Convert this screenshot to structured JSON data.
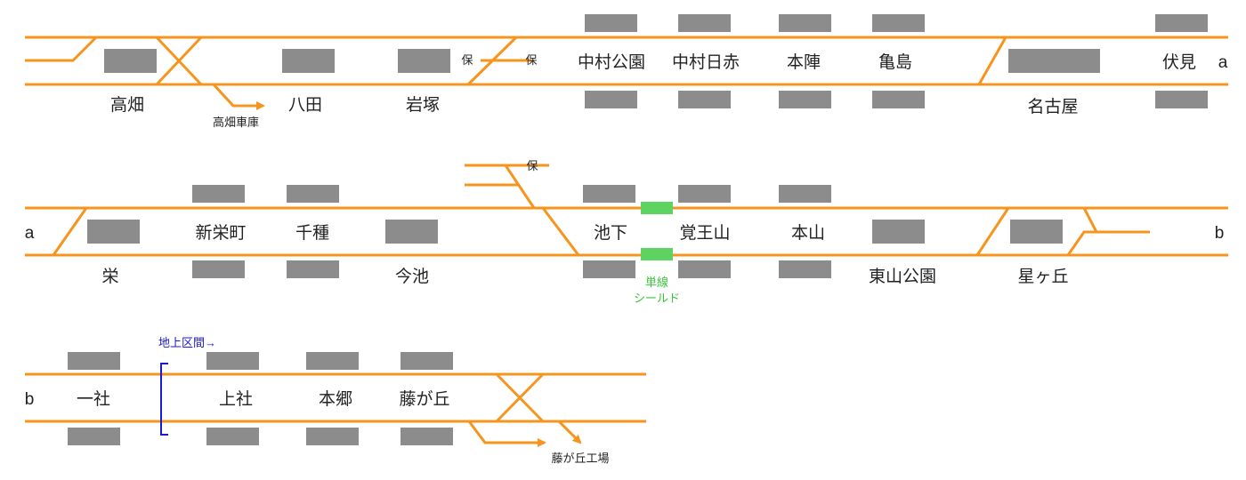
{
  "colors": {
    "track": "#f7941d",
    "platform": "#8c8c8c",
    "shield": "#5fd35f",
    "above_ground": "#1a1ad6",
    "text": "#222222"
  },
  "rows": [
    {
      "stations": [
        "高畑",
        "八田",
        "岩塚",
        "中村公園",
        "中村日赤",
        "本陣",
        "亀島",
        "名古屋",
        "伏見"
      ],
      "depot": "高畑車庫",
      "hold_marks": [
        "保",
        "保"
      ],
      "continuation_right": "a"
    },
    {
      "continuation_left": "a",
      "stations": [
        "栄",
        "新栄町",
        "千種",
        "今池",
        "池下",
        "覚王山",
        "本山",
        "東山公園",
        "星ヶ丘"
      ],
      "hold_mark": "保",
      "single_line_shield": [
        "単線",
        "シールド"
      ],
      "continuation_right": "b"
    },
    {
      "continuation_left": "b",
      "stations": [
        "一社",
        "上社",
        "本郷",
        "藤が丘"
      ],
      "above_ground_section": "地上区間→",
      "depot": "藤が丘工場"
    }
  ]
}
